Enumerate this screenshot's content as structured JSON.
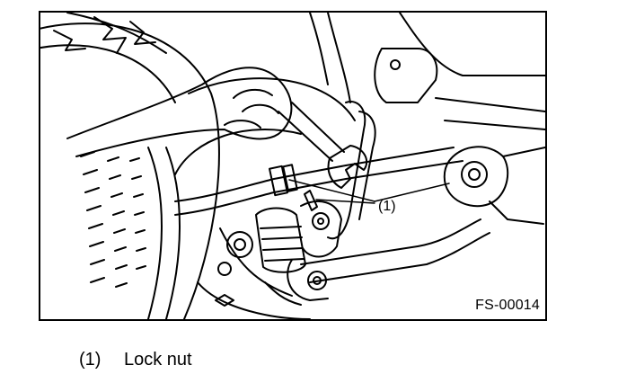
{
  "figure": {
    "code": "FS-00014",
    "callout_label": "(1)"
  },
  "legend": [
    {
      "number": "(1)",
      "text": "Lock nut"
    }
  ]
}
